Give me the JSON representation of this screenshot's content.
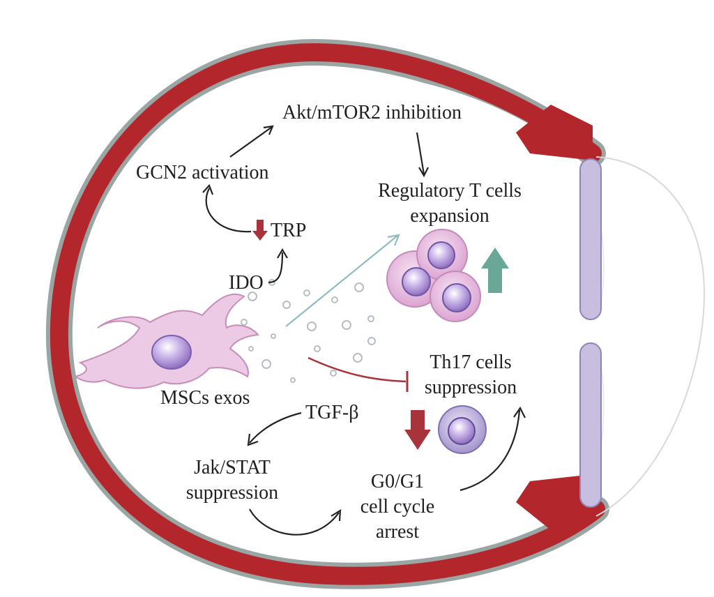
{
  "labels": {
    "akt": "Akt/mTOR2 inhibition",
    "gcn2": "GCN2 activation",
    "treg_line1": "Regulatory T cells",
    "treg_line2": "expansion",
    "trp": "TRP",
    "ido": "IDO",
    "mscs": "MSCs exos",
    "th17_line1": "Th17 cells",
    "th17_line2": "suppression",
    "tgf": "TGF-β",
    "jak_line1": "Jak/STAT",
    "jak_line2": "suppression",
    "g0_line1": "G0/G1",
    "g0_line2": "cell cycle",
    "g0_line3": "arrest"
  },
  "colors": {
    "vessel_wall": "#b3262b",
    "vessel_outline": "#9aa6a4",
    "cell_membrane": "#c8bfe0",
    "up_arrow": "#6aa797",
    "down_arrow": "#a9333a",
    "msc_body": "#e8c2de",
    "treg_cell": "#e9b9e0",
    "nucleus": "#b49ad6"
  },
  "icons": [
    "up-arrow-icon",
    "down-arrow-icon"
  ]
}
